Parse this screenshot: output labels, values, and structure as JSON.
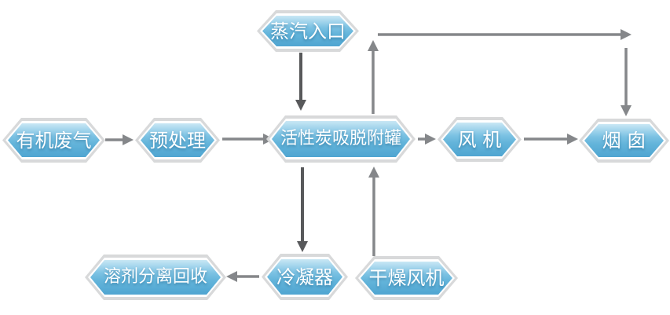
{
  "diagram": {
    "nodes": [
      {
        "id": "steam-inlet",
        "label": "蒸汽入口"
      },
      {
        "id": "organic-waste-gas",
        "label": "有机废气"
      },
      {
        "id": "pretreatment",
        "label": "预处理"
      },
      {
        "id": "carbon-adsorption-tank",
        "label": "活性炭吸脱附罐"
      },
      {
        "id": "fan",
        "label": "风 机"
      },
      {
        "id": "chimney",
        "label": "烟 囱"
      },
      {
        "id": "solvent-recovery",
        "label": "溶剂分离回收"
      },
      {
        "id": "condenser",
        "label": "冷凝器"
      },
      {
        "id": "drying-fan",
        "label": "干燥风机"
      }
    ],
    "edges": [
      {
        "from": "organic-waste-gas",
        "to": "pretreatment"
      },
      {
        "from": "pretreatment",
        "to": "carbon-adsorption-tank"
      },
      {
        "from": "steam-inlet",
        "to": "carbon-adsorption-tank"
      },
      {
        "from": "carbon-adsorption-tank",
        "to": "fan"
      },
      {
        "from": "fan",
        "to": "chimney"
      },
      {
        "from": "carbon-adsorption-tank",
        "to": "chimney",
        "via": "top-bypass-line"
      },
      {
        "from": "carbon-adsorption-tank",
        "to": "condenser"
      },
      {
        "from": "condenser",
        "to": "solvent-recovery"
      },
      {
        "from": "drying-fan",
        "to": "carbon-adsorption-tank"
      }
    ],
    "colors": {
      "node_fill_top": "#c9e7f5",
      "node_fill_mid": "#7cc2e3",
      "node_fill_bottom": "#4fa5d1",
      "node_border": "#d8d9da",
      "node_inner_ring": "#ffffff",
      "arrow_dark": "#58595b",
      "arrow_light": "#85878a",
      "background": "#ffffff",
      "label_text": "#ffffff"
    }
  }
}
